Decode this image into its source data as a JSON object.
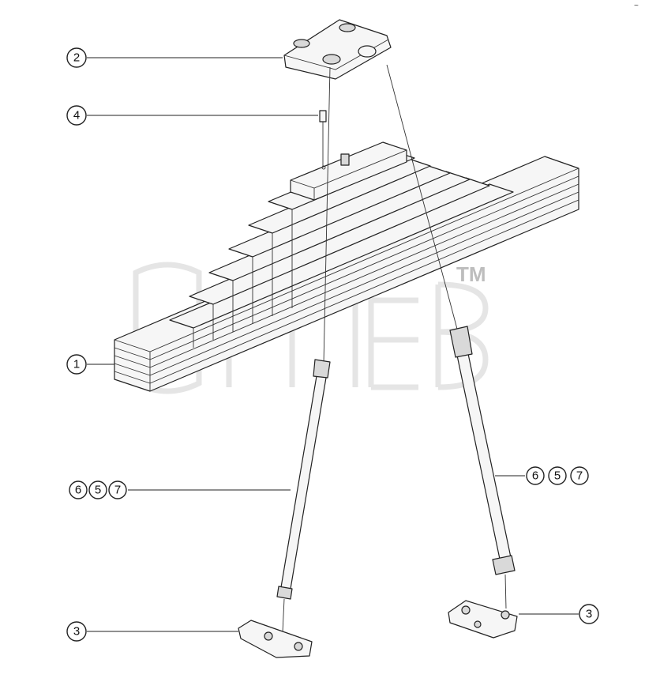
{
  "watermark": {
    "trademark": "TM"
  },
  "callouts": [
    {
      "id": "c2",
      "labels": [
        "2"
      ]
    },
    {
      "id": "c4",
      "labels": [
        "4"
      ]
    },
    {
      "id": "c1",
      "labels": [
        "1"
      ]
    },
    {
      "id": "c657-left",
      "labels": [
        "6",
        "5",
        "7"
      ]
    },
    {
      "id": "c657-right",
      "labels": [
        "6",
        "5",
        "7"
      ]
    },
    {
      "id": "c3-left",
      "labels": [
        "3"
      ]
    },
    {
      "id": "c3-right",
      "labels": [
        "3"
      ]
    }
  ],
  "corner_mark": "~"
}
